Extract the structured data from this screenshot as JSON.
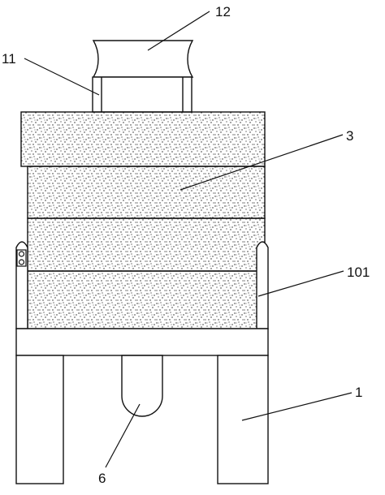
{
  "figure": {
    "labels": {
      "hopper": "12",
      "neck": "11",
      "stacked_layers": "3",
      "side_guide": "101",
      "base_frame": "1",
      "bottom_outlet": "6"
    },
    "colors": {
      "line": "#111111",
      "background": "#ffffff",
      "stipple": "#222222"
    }
  }
}
